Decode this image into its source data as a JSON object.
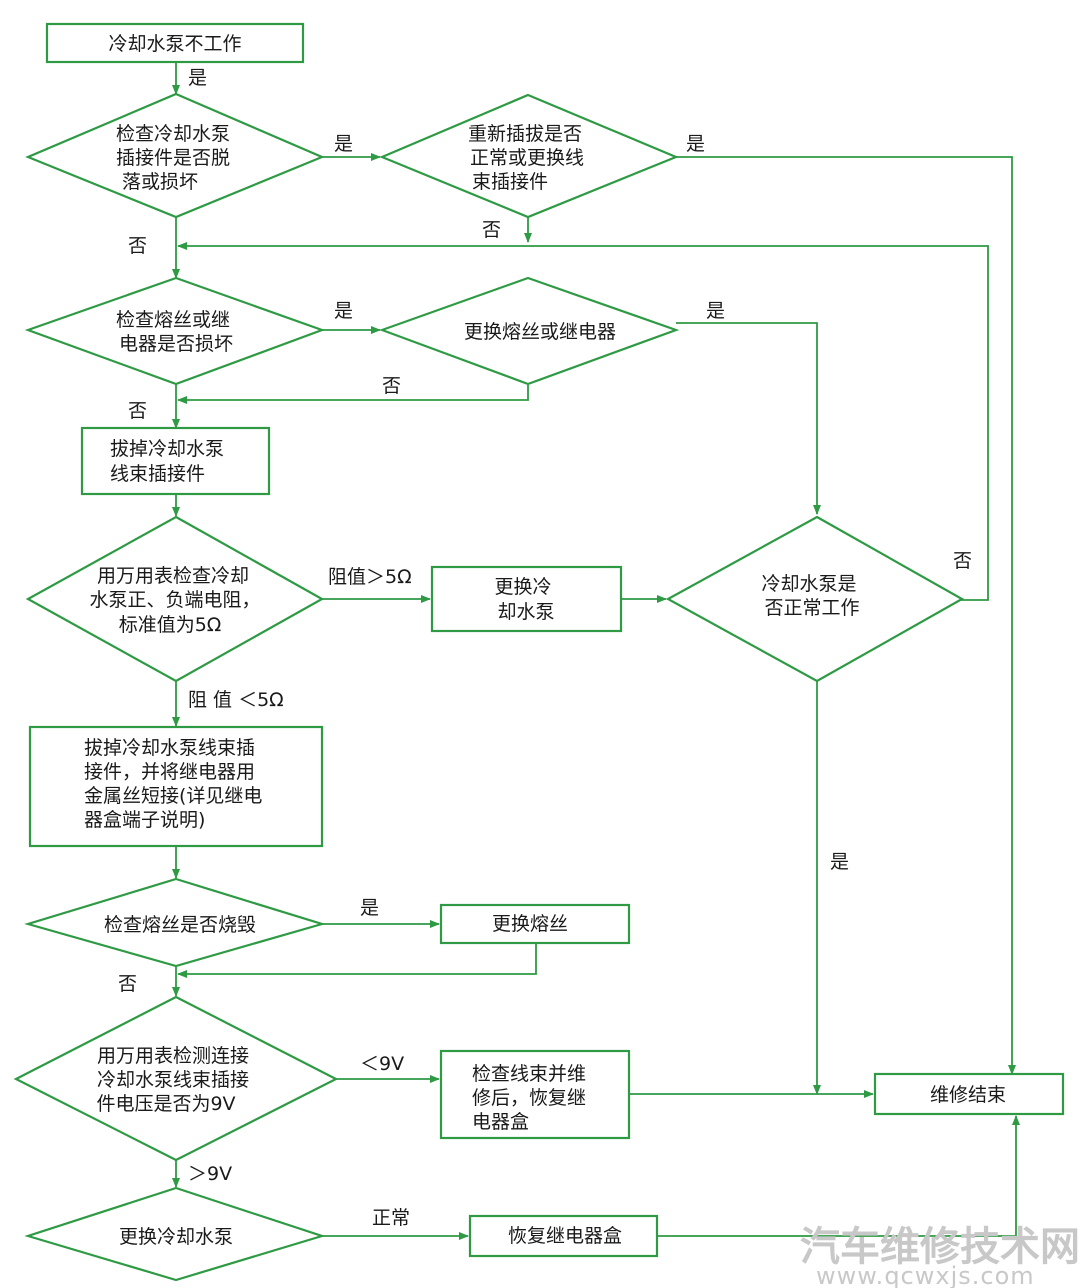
{
  "nodes": {
    "start": "冷却水泵不工作",
    "d1": [
      "检查冷却水泵",
      "插接件是否脱",
      "落或损坏"
    ],
    "d2": [
      "重新插拔是否",
      "正常或更换线",
      "束插接件"
    ],
    "d3": [
      "检查熔丝或继",
      "电器是否损坏"
    ],
    "d4": "更换熔丝或继电器",
    "b2": [
      "拔掉冷却水泵",
      "线束插接件"
    ],
    "d5": [
      "用万用表检查冷却",
      "水泵正、负端电阻，",
      "标准值为5Ω"
    ],
    "b3": [
      "更换冷",
      "却水泵"
    ],
    "d6": [
      "冷却水泵是",
      "否正常工作"
    ],
    "b4": [
      "拔掉冷却水泵线束插",
      "接件，并将继电器用",
      "金属丝短接(详见继电",
      "器盒端子说明)"
    ],
    "d7": "检查熔丝是否烧毁",
    "b5": "更换熔丝",
    "d8": [
      "用万用表检测连接",
      "冷却水泵线束插接",
      "件电压是否为9V"
    ],
    "b6": [
      "检查线束并维",
      "修后，恢复继",
      "电器盒"
    ],
    "end": "维修结束",
    "d9": "更换冷却水泵",
    "b7": "恢复继电器盒"
  },
  "edge_labels": {
    "start_yes": "是",
    "d1_yes": "是",
    "d2_yes": "是",
    "d2_no": "否",
    "d1_no": "否",
    "d3_yes": "是",
    "d4_yes": "是",
    "d4_no": "否",
    "d3_no": "否",
    "d5_gt": "阻值＞5Ω",
    "d5_lt": "阻 值 ＜5Ω",
    "d6_no": "否",
    "d6_yes": "是",
    "d7_yes": "是",
    "d7_no": "否",
    "d8_lt": "＜9V",
    "d8_gt": "＞9V",
    "d9_ok": "正常"
  },
  "watermark": {
    "title": "汽车维修技术网",
    "url": "www.qcwxjs.com"
  },
  "colors": {
    "line": "#2e9a44",
    "text": "#1a1a1a",
    "watermark": "#c8c8c8"
  }
}
